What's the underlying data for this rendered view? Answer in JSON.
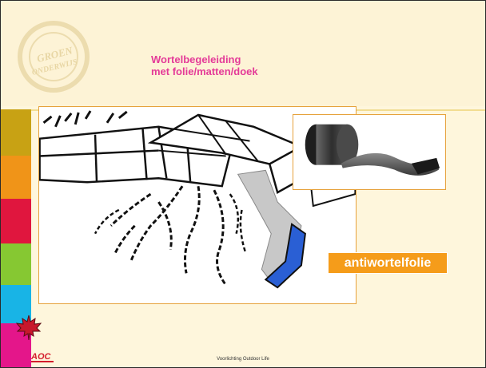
{
  "slide": {
    "title_line1": "Wortelbegeleiding",
    "title_line2": "met folie/matten/doek",
    "callout_label": "antiwortelfolie",
    "footer_text": "Voorlichting Outdoor Life",
    "badge_text": [
      "GROEN",
      "ONDERWIJS"
    ],
    "logo_text": "AOC"
  },
  "colors": {
    "background": "#fef6dc",
    "title": "#e43a98",
    "label_background": "#f59c1a",
    "frame_border": "#e6a23c",
    "strip": [
      "#c8a214",
      "#f09418",
      "#e0163e",
      "#86c832",
      "#18b4e6",
      "#e4168a"
    ]
  },
  "images": {
    "illustration": "paving-root-barrier-illustration",
    "inset": "anti-root-membrane-roll-photo",
    "leaf": "maple-leaf-icon"
  }
}
